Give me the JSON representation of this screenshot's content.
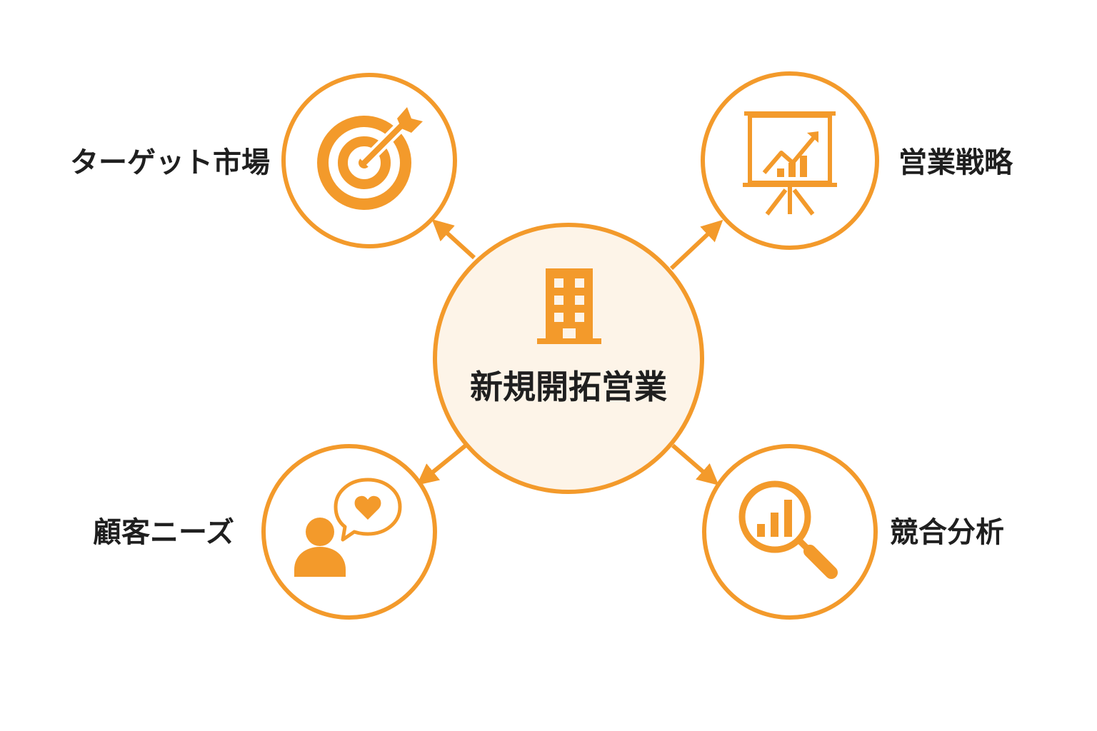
{
  "colors": {
    "accent": "#f39a2b",
    "center_fill": "#fdf4e8",
    "text": "#1f1f1f",
    "background": "#ffffff"
  },
  "center": {
    "label": "新規開拓営業",
    "icon": "building-icon"
  },
  "nodes": [
    {
      "id": "target-market",
      "label": "ターゲット市場",
      "icon": "target-icon"
    },
    {
      "id": "sales-strategy",
      "label": "営業戦略",
      "icon": "presentation-chart-icon"
    },
    {
      "id": "customer-needs",
      "label": "顧客ニーズ",
      "icon": "person-speech-heart-icon"
    },
    {
      "id": "competitive-analysis",
      "label": "競合分析",
      "icon": "magnifier-chart-icon"
    }
  ]
}
